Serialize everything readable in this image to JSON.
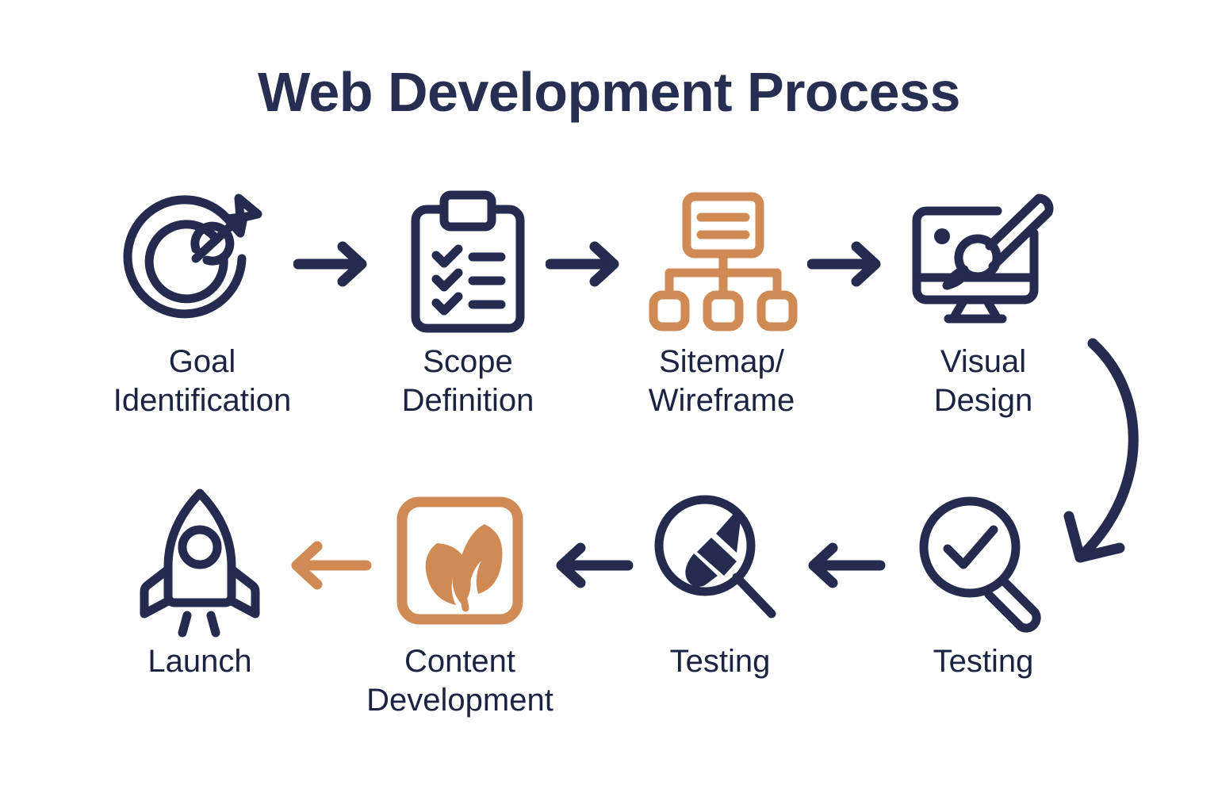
{
  "page": {
    "title": "Web Development Process",
    "background_color": "#FFFFFF",
    "navy": "#242B4F",
    "orange": "#D08B55"
  },
  "steps": [
    {
      "id": "goal",
      "label": "Goal\nIdentification",
      "icon": "target-arrow-icon",
      "icon_color": "#242B4F",
      "row": 1,
      "order": 1
    },
    {
      "id": "scope",
      "label": "Scope\nDefinition",
      "icon": "clipboard-checklist-icon",
      "icon_color": "#242B4F",
      "row": 1,
      "order": 2
    },
    {
      "id": "sitemap",
      "label": "Sitemap/\nWireframe",
      "icon": "sitemap-hierarchy-icon",
      "icon_color": "#D08B55",
      "row": 1,
      "order": 3
    },
    {
      "id": "visual",
      "label": "Visual\nDesign",
      "icon": "monitor-paintbrush-icon",
      "icon_color": "#242B4F",
      "row": 1,
      "order": 4
    },
    {
      "id": "testing1",
      "label": "Testing",
      "icon": "magnifier-check-icon",
      "icon_color": "#242B4F",
      "row": 2,
      "order": 5
    },
    {
      "id": "testing2",
      "label": "Testing",
      "icon": "magnifier-brush-icon",
      "icon_color": "#242B4F",
      "row": 2,
      "order": 6
    },
    {
      "id": "content",
      "label": "Content\nDevelopment",
      "icon": "leaves-square-icon",
      "icon_color": "#D08B55",
      "row": 2,
      "order": 7
    },
    {
      "id": "launch",
      "label": "Launch",
      "icon": "rocket-icon",
      "icon_color": "#242B4F",
      "row": 2,
      "order": 8
    }
  ],
  "connectors": [
    {
      "id": "arrow-1",
      "direction": "right",
      "color": "#242B4F",
      "from": "goal",
      "to": "scope"
    },
    {
      "id": "arrow-2",
      "direction": "right",
      "color": "#242B4F",
      "from": "scope",
      "to": "sitemap"
    },
    {
      "id": "arrow-3",
      "direction": "right",
      "color": "#242B4F",
      "from": "sitemap",
      "to": "visual"
    },
    {
      "id": "arrow-curve",
      "direction": "curve-down-left",
      "color": "#242B4F",
      "from": "visual",
      "to": "testing1"
    },
    {
      "id": "arrow-4",
      "direction": "left",
      "color": "#242B4F",
      "from": "testing1",
      "to": "testing2"
    },
    {
      "id": "arrow-5",
      "direction": "left",
      "color": "#242B4F",
      "from": "testing2",
      "to": "content"
    },
    {
      "id": "arrow-6",
      "direction": "left",
      "color": "#D08B55",
      "from": "content",
      "to": "launch"
    }
  ]
}
